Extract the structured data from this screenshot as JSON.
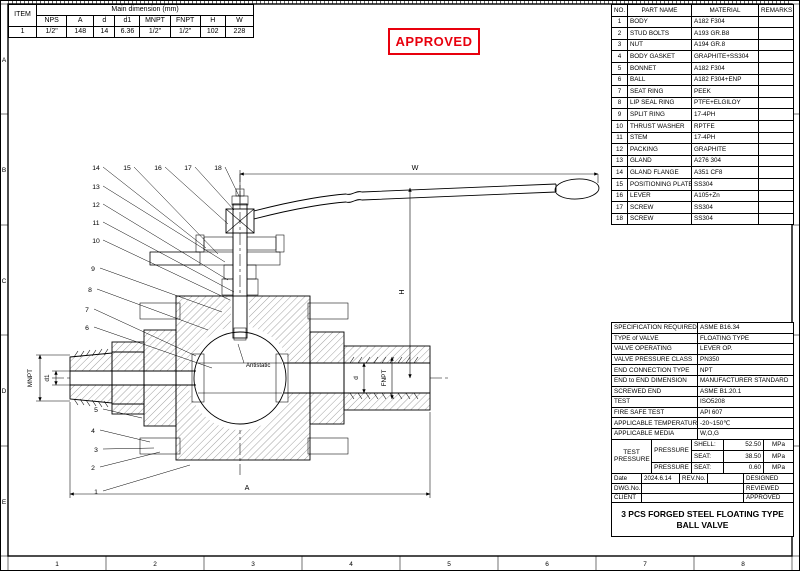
{
  "frame": {
    "col_labels": [
      "1",
      "2",
      "3",
      "4",
      "5",
      "6",
      "7",
      "8"
    ],
    "row_labels": [
      "A",
      "B",
      "C",
      "D",
      "E"
    ]
  },
  "stamp": {
    "label": "APPROVED",
    "color": "#e8000d"
  },
  "main_dim_table": {
    "item_header": "ITEM",
    "group_header": "Main dimension (mm)",
    "headers": [
      "NPS",
      "A",
      "d",
      "d1",
      "MNPT",
      "FNPT",
      "H",
      "W"
    ],
    "rows": [
      [
        "1",
        "1/2\"",
        "148",
        "14",
        "6.36",
        "1/2\"",
        "1/2\"",
        "102",
        "228"
      ]
    ]
  },
  "parts_table": {
    "headers": [
      "NO.",
      "PART NAME",
      "MATERIAL",
      "REMARKS"
    ],
    "rows": [
      [
        "1",
        "BODY",
        "A182 F304",
        ""
      ],
      [
        "2",
        "STUD BOLTS",
        "A193 GR.B8",
        ""
      ],
      [
        "3",
        "NUT",
        "A194 GR.8",
        ""
      ],
      [
        "4",
        "BODY GASKET",
        "GRAPHITE+SS304",
        ""
      ],
      [
        "5",
        "BONNET",
        "A182 F304",
        ""
      ],
      [
        "6",
        "BALL",
        "A182 F304+ENP",
        ""
      ],
      [
        "7",
        "SEAT RING",
        "PEEK",
        ""
      ],
      [
        "8",
        "LIP SEAL RING",
        "PTFE+ELGILOY",
        ""
      ],
      [
        "9",
        "SPLIT RING",
        "17-4PH",
        ""
      ],
      [
        "10",
        "THRUST WASHER",
        "RPTFE",
        ""
      ],
      [
        "11",
        "STEM",
        "17-4PH",
        ""
      ],
      [
        "12",
        "PACKING",
        "GRAPHITE",
        ""
      ],
      [
        "13",
        "GLAND",
        "A276 304",
        ""
      ],
      [
        "14",
        "GLAND FLANGE",
        "A351 CF8",
        ""
      ],
      [
        "15",
        "POSITIONING PLATE",
        "SS304",
        ""
      ],
      [
        "16",
        "LEVER",
        "A105+Zn",
        ""
      ],
      [
        "17",
        "SCREW",
        "SS304",
        ""
      ],
      [
        "18",
        "SCREW",
        "SS304",
        ""
      ]
    ]
  },
  "spec_table": {
    "rows": [
      [
        "SPECIFICATION REQUIRED",
        "ASME B16.34"
      ],
      [
        "TYPE of VALVE",
        "FLOATING TYPE"
      ],
      [
        "VALVE OPERATING",
        "LEVER OP."
      ],
      [
        "VALVE PRESSURE CLASS",
        "PN350"
      ],
      [
        "END CONNECTION TYPE",
        "NPT"
      ],
      [
        "END to END DIMENSION",
        "MANUFACTURER STANDARD"
      ],
      [
        "SCREWED END",
        "ASME B1.20.1"
      ],
      [
        "TEST",
        "ISO5208"
      ],
      [
        "FIRE SAFE TEST",
        "API 607"
      ],
      [
        "APPLICABLE TEMPERATURE",
        "-20~150℃"
      ],
      [
        "APPLICABLE MEDIA",
        "W,O,G"
      ]
    ]
  },
  "test_pressure": {
    "label_line1": "TEST",
    "label_line2": "PRESSURE",
    "group1": "PRESSURE",
    "group2": "PRESSURE",
    "r1": {
      "item": "SHELL:",
      "value": "52.50",
      "unit": "MPa"
    },
    "r2": {
      "item": "SEAT:",
      "value": "38.50",
      "unit": "MPa"
    },
    "r3": {
      "item": "SEAT:",
      "value": "0.60",
      "unit": "MPa"
    }
  },
  "title_block": {
    "date_label": "Date",
    "date": "2024.6.14",
    "rev_label": "REV.No.",
    "dwg_label": "DWG.No.",
    "client_label": "CLIENT",
    "designed": "DESIGNED",
    "reviewed": "REVIEWED",
    "approved": "APPROVED",
    "title": "3 PCS FORGED STEEL FLOATING TYPE BALL VALVE"
  },
  "drawing": {
    "callouts": [
      "1",
      "2",
      "3",
      "4",
      "5",
      "6",
      "7",
      "8",
      "9",
      "10",
      "11",
      "12",
      "13",
      "14",
      "15",
      "16",
      "17",
      "18"
    ],
    "dims": {
      "W": "W",
      "H": "H",
      "A": "A",
      "d": "d",
      "d1": "d1",
      "mnpt": "MNPT",
      "fnpt": "FNPT"
    },
    "antistatic": "Antistatic"
  }
}
